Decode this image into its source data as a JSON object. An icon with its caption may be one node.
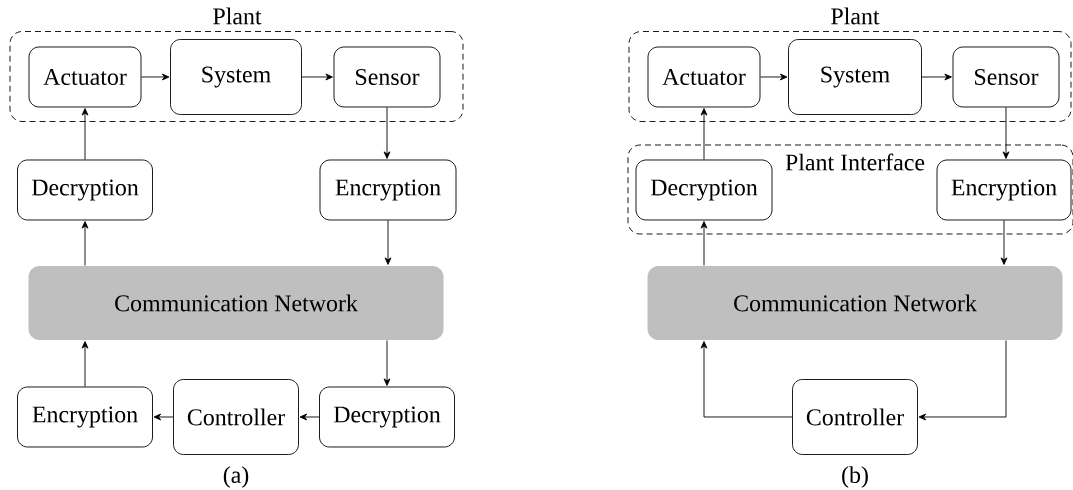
{
  "diagram": {
    "nodes": [
      {
        "text": [
          "Plant"
        ]
      },
      {
        "text": [
          "Actuator"
        ],
        "in": 0
      },
      {
        "text": [
          "System"
        ],
        "in": 0
      },
      {
        "text": [
          "Sensor"
        ],
        "in": 0
      },
      {
        "text": [
          "Decryption"
        ]
      },
      {
        "text": [
          "Encryption"
        ]
      },
      {
        "text": [
          "Communication Network"
        ]
      },
      {
        "text": [
          "Encryption"
        ]
      },
      {
        "text": [
          "Controller"
        ]
      },
      {
        "text": [
          "Decryption"
        ]
      },
      {
        "text": [
          "Plant"
        ]
      },
      {
        "text": [
          "Actuator"
        ],
        "in": 10
      },
      {
        "text": [
          "System"
        ],
        "in": 10
      },
      {
        "text": [
          "Sensor"
        ],
        "in": 10
      },
      {
        "text": [
          "Plant Interface"
        ]
      },
      {
        "text": [
          "Decryption"
        ],
        "in": 14
      },
      {
        "text": [
          "Encryption"
        ],
        "in": 14
      },
      {
        "text": [
          "Communication Network"
        ]
      },
      {
        "text": [
          "Controller"
        ]
      }
    ],
    "edges": [
      {
        "from": 1,
        "to": 2,
        "arrow": "to"
      },
      {
        "from": 2,
        "to": 3,
        "arrow": "to"
      },
      {
        "from": 3,
        "to": 5,
        "arrow": "to"
      },
      {
        "from": 5,
        "to": 6,
        "arrow": "to"
      },
      {
        "from": 6,
        "to": 4,
        "arrow": "to"
      },
      {
        "from": 4,
        "to": 1,
        "arrow": "to"
      },
      {
        "from": 6,
        "to": 9,
        "arrow": "to"
      },
      {
        "from": 9,
        "to": 8,
        "arrow": "to"
      },
      {
        "from": 8,
        "to": 7,
        "arrow": "to"
      },
      {
        "from": 7,
        "to": 6,
        "arrow": "to"
      },
      {
        "from": 11,
        "to": 12,
        "arrow": "to"
      },
      {
        "from": 12,
        "to": 13,
        "arrow": "to"
      },
      {
        "from": 13,
        "to": 16,
        "arrow": "to"
      },
      {
        "from": 16,
        "to": 17,
        "arrow": "to"
      },
      {
        "from": 17,
        "to": 15,
        "arrow": "to"
      },
      {
        "from": 15,
        "to": 11,
        "arrow": "to"
      },
      {
        "from": 17,
        "to": 18,
        "arrow": "to"
      },
      {
        "from": 18,
        "to": 17,
        "arrow": "to"
      }
    ],
    "labels": [
      "(a)",
      "(b)"
    ]
  }
}
